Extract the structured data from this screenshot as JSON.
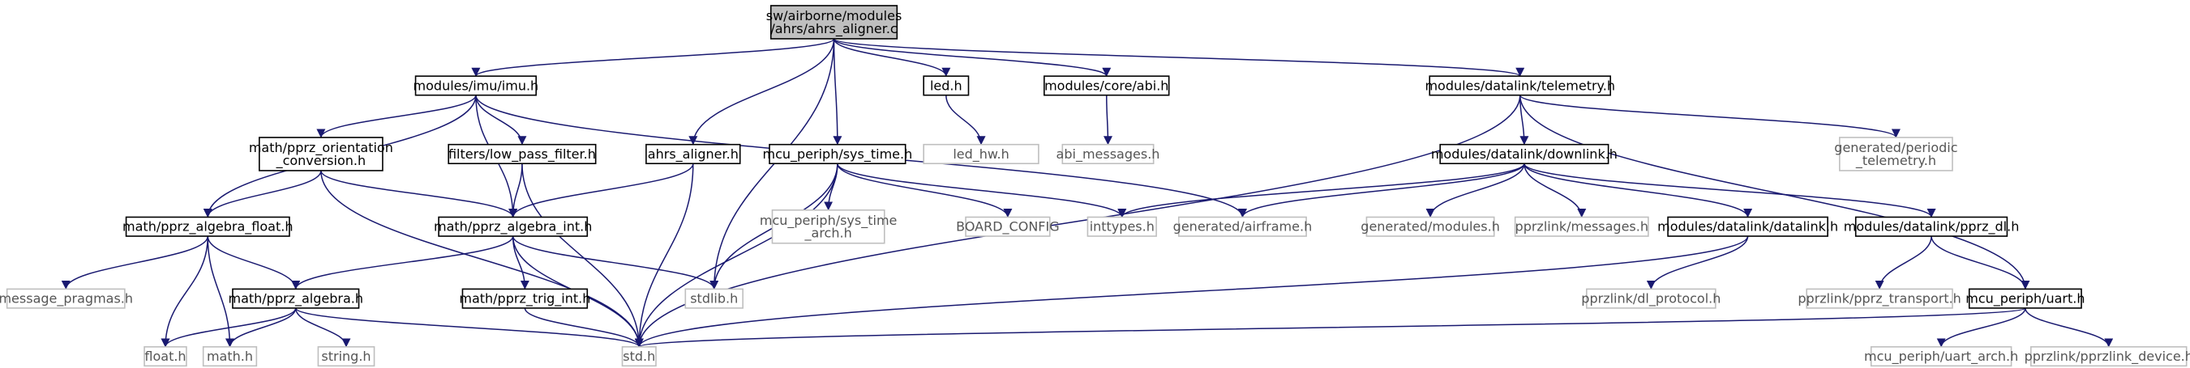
{
  "colors": {
    "edge": "#191970",
    "node_border": "#000000",
    "ghost_border": "#bfbfbf",
    "root_fill": "#bfbfbf",
    "node_fill": "#ffffff"
  },
  "diagram": {
    "nodes": [
      {
        "id": "root",
        "lines": [
          "sw/airborne/modules",
          "/ahrs/ahrs_aligner.c"
        ],
        "style": "root"
      },
      {
        "id": "imu",
        "lines": [
          "modules/imu/imu.h"
        ],
        "style": "solid"
      },
      {
        "id": "ahrs_aligner_h",
        "lines": [
          "ahrs_aligner.h"
        ],
        "style": "solid"
      },
      {
        "id": "sys_time",
        "lines": [
          "mcu_periph/sys_time.h"
        ],
        "style": "solid"
      },
      {
        "id": "led",
        "lines": [
          "led.h"
        ],
        "style": "solid"
      },
      {
        "id": "abi",
        "lines": [
          "modules/core/abi.h"
        ],
        "style": "solid"
      },
      {
        "id": "telemetry",
        "lines": [
          "modules/datalink/telemetry.h"
        ],
        "style": "solid"
      },
      {
        "id": "orientation",
        "lines": [
          "math/pprz_orientation",
          "_conversion.h"
        ],
        "style": "solid"
      },
      {
        "id": "low_pass",
        "lines": [
          "filters/low_pass_filter.h"
        ],
        "style": "solid"
      },
      {
        "id": "led_hw",
        "lines": [
          "led_hw.h"
        ],
        "style": "ghost"
      },
      {
        "id": "abi_messages",
        "lines": [
          "abi_messages.h"
        ],
        "style": "ghost"
      },
      {
        "id": "downlink",
        "lines": [
          "modules/datalink/downlink.h"
        ],
        "style": "solid"
      },
      {
        "id": "periodic",
        "lines": [
          "generated/periodic",
          "_telemetry.h"
        ],
        "style": "ghost"
      },
      {
        "id": "algebra_float",
        "lines": [
          "math/pprz_algebra_float.h"
        ],
        "style": "solid"
      },
      {
        "id": "algebra_int",
        "lines": [
          "math/pprz_algebra_int.h"
        ],
        "style": "solid"
      },
      {
        "id": "sys_time_arch",
        "lines": [
          "mcu_periph/sys_time",
          "_arch.h"
        ],
        "style": "ghost"
      },
      {
        "id": "board_config",
        "lines": [
          "BOARD_CONFIG"
        ],
        "style": "ghost"
      },
      {
        "id": "inttypes",
        "lines": [
          "inttypes.h"
        ],
        "style": "ghost"
      },
      {
        "id": "airframe",
        "lines": [
          "generated/airframe.h"
        ],
        "style": "ghost"
      },
      {
        "id": "modules_gen",
        "lines": [
          "generated/modules.h"
        ],
        "style": "ghost"
      },
      {
        "id": "pprzlink_messages",
        "lines": [
          "pprzlink/messages.h"
        ],
        "style": "ghost"
      },
      {
        "id": "datalink",
        "lines": [
          "modules/datalink/datalink.h"
        ],
        "style": "solid"
      },
      {
        "id": "pprz_dl",
        "lines": [
          "modules/datalink/pprz_dl.h"
        ],
        "style": "solid"
      },
      {
        "id": "message_pragmas",
        "lines": [
          "message_pragmas.h"
        ],
        "style": "ghost"
      },
      {
        "id": "algebra",
        "lines": [
          "math/pprz_algebra.h"
        ],
        "style": "solid"
      },
      {
        "id": "trig_int",
        "lines": [
          "math/pprz_trig_int.h"
        ],
        "style": "solid"
      },
      {
        "id": "stdlib",
        "lines": [
          "stdlib.h"
        ],
        "style": "ghost"
      },
      {
        "id": "dl_protocol",
        "lines": [
          "pprzlink/dl_protocol.h"
        ],
        "style": "ghost"
      },
      {
        "id": "pprz_transport",
        "lines": [
          "pprzlink/pprz_transport.h"
        ],
        "style": "ghost"
      },
      {
        "id": "uart",
        "lines": [
          "mcu_periph/uart.h"
        ],
        "style": "solid"
      },
      {
        "id": "float_h",
        "lines": [
          "float.h"
        ],
        "style": "ghost"
      },
      {
        "id": "math_h",
        "lines": [
          "math.h"
        ],
        "style": "ghost"
      },
      {
        "id": "string_h",
        "lines": [
          "string.h"
        ],
        "style": "ghost"
      },
      {
        "id": "std_h",
        "lines": [
          "std.h"
        ],
        "style": "ghost"
      },
      {
        "id": "uart_arch",
        "lines": [
          "mcu_periph/uart_arch.h"
        ],
        "style": "ghost"
      },
      {
        "id": "pprzlink_device",
        "lines": [
          "pprzlink/pprzlink_device.h"
        ],
        "style": "ghost"
      }
    ],
    "edges": [
      [
        "root",
        "imu"
      ],
      [
        "root",
        "ahrs_aligner_h"
      ],
      [
        "root",
        "sys_time"
      ],
      [
        "root",
        "led"
      ],
      [
        "root",
        "abi"
      ],
      [
        "root",
        "telemetry"
      ],
      [
        "root",
        "stdlib"
      ],
      [
        "imu",
        "orientation"
      ],
      [
        "imu",
        "low_pass"
      ],
      [
        "imu",
        "algebra_float"
      ],
      [
        "imu",
        "algebra_int"
      ],
      [
        "imu",
        "airframe"
      ],
      [
        "ahrs_aligner_h",
        "algebra_int"
      ],
      [
        "ahrs_aligner_h",
        "std_h"
      ],
      [
        "sys_time",
        "sys_time_arch"
      ],
      [
        "sys_time",
        "board_config"
      ],
      [
        "sys_time",
        "inttypes"
      ],
      [
        "sys_time",
        "stdlib"
      ],
      [
        "sys_time",
        "std_h"
      ],
      [
        "led",
        "led_hw"
      ],
      [
        "abi",
        "abi_messages"
      ],
      [
        "telemetry",
        "downlink"
      ],
      [
        "telemetry",
        "periodic"
      ],
      [
        "telemetry",
        "uart"
      ],
      [
        "telemetry",
        "std_h"
      ],
      [
        "orientation",
        "algebra_float"
      ],
      [
        "orientation",
        "algebra_int"
      ],
      [
        "orientation",
        "std_h"
      ],
      [
        "low_pass",
        "algebra_int"
      ],
      [
        "low_pass",
        "std_h"
      ],
      [
        "downlink",
        "inttypes"
      ],
      [
        "downlink",
        "airframe"
      ],
      [
        "downlink",
        "modules_gen"
      ],
      [
        "downlink",
        "pprzlink_messages"
      ],
      [
        "downlink",
        "datalink"
      ],
      [
        "downlink",
        "pprz_dl"
      ],
      [
        "algebra_float",
        "message_pragmas"
      ],
      [
        "algebra_float",
        "algebra"
      ],
      [
        "algebra_float",
        "float_h"
      ],
      [
        "algebra_float",
        "math_h"
      ],
      [
        "algebra_int",
        "algebra"
      ],
      [
        "algebra_int",
        "trig_int"
      ],
      [
        "algebra_int",
        "stdlib"
      ],
      [
        "algebra_int",
        "std_h"
      ],
      [
        "datalink",
        "dl_protocol"
      ],
      [
        "datalink",
        "std_h"
      ],
      [
        "pprz_dl",
        "pprz_transport"
      ],
      [
        "pprz_dl",
        "uart"
      ],
      [
        "algebra",
        "float_h"
      ],
      [
        "algebra",
        "math_h"
      ],
      [
        "algebra",
        "string_h"
      ],
      [
        "algebra",
        "std_h"
      ],
      [
        "trig_int",
        "std_h"
      ],
      [
        "uart",
        "std_h"
      ],
      [
        "uart",
        "uart_arch"
      ],
      [
        "uart",
        "pprzlink_device"
      ]
    ]
  }
}
